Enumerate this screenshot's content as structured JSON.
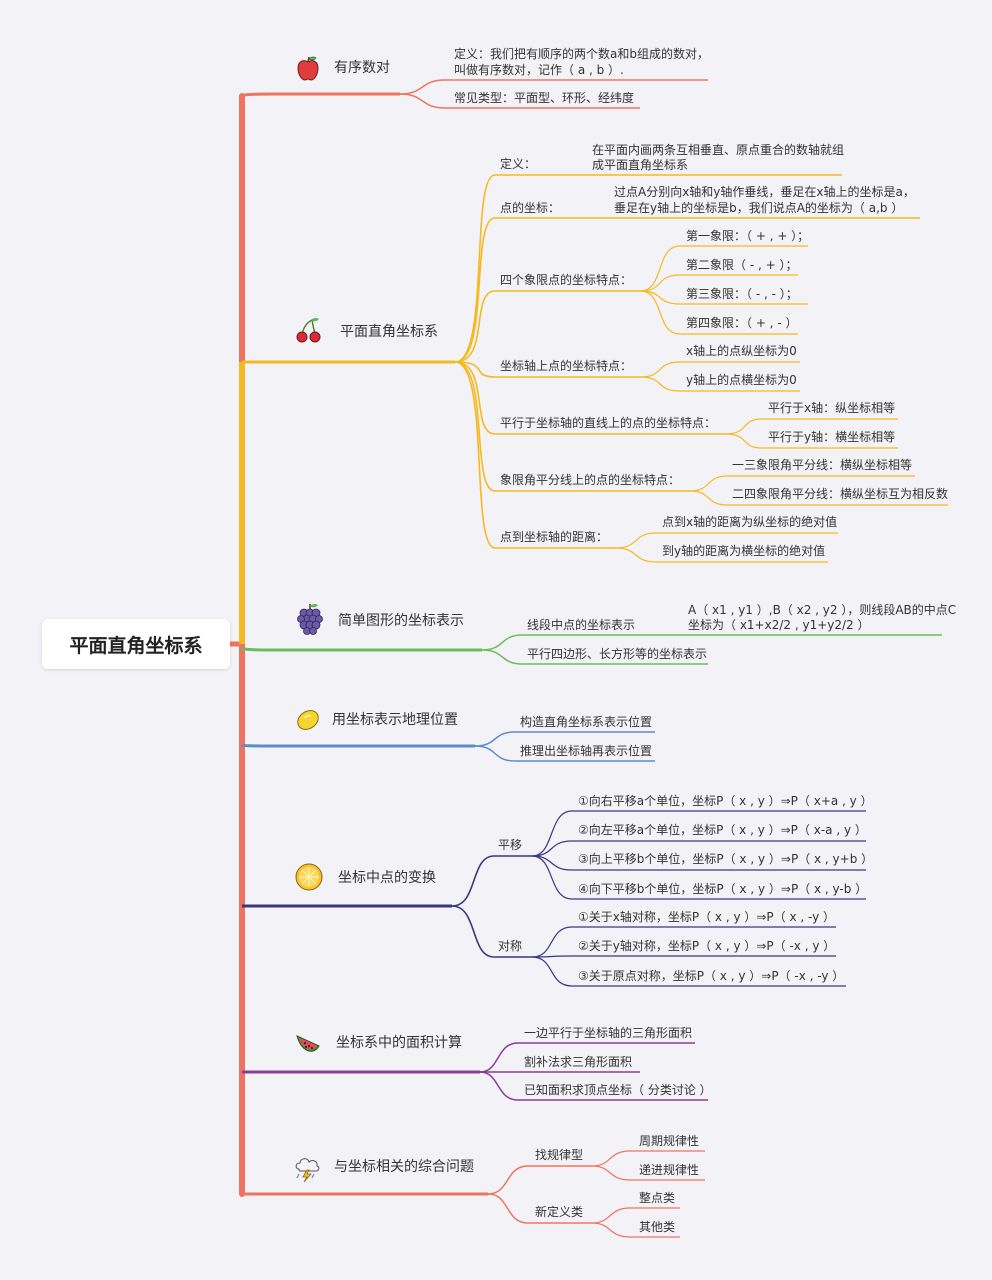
{
  "root": "平面直角坐标系",
  "branches": [
    {
      "label": "有序数对",
      "color": "#ee7461",
      "icon": "apple-icon",
      "children": [
        {
          "lines": [
            "定义：我们把有顺序的两个数a和b组成的数对，",
            "叫做有序数对，记作（ a , b ）."
          ]
        },
        {
          "label": "常见类型：平面型、环形、经纬度"
        }
      ]
    },
    {
      "label": "平面直角坐标系",
      "color": "#f5b921",
      "icon": "cherry-icon",
      "children": [
        {
          "label": "定义：",
          "detail": [
            "在平面内画两条互相垂直、原点重合的数轴就组",
            "成平面直角坐标系"
          ]
        },
        {
          "label": "点的坐标：",
          "detail": [
            "过点A分别向x轴和y轴作垂线，垂足在x轴上的坐标是a，",
            "垂足在y轴上的坐标是b，我们说点A的坐标为（ a,b ）"
          ]
        },
        {
          "label": "四个象限点的坐标特点：",
          "children": [
            "第一象限：（ + , + ）；",
            "第二象限（ - , + ）；",
            "第三象限：（ - , - ）；",
            "第四象限：（ + , - ）"
          ]
        },
        {
          "label": "坐标轴上点的坐标特点：",
          "children": [
            "x轴上的点纵坐标为0",
            "y轴上的点横坐标为0"
          ]
        },
        {
          "label": "平行于坐标轴的直线上的点的坐标特点：",
          "children": [
            "平行于x轴：纵坐标相等",
            "平行于y轴：横坐标相等"
          ]
        },
        {
          "label": "象限角平分线上的点的坐标特点：",
          "children": [
            "一三象限角平分线：横纵坐标相等",
            "二四象限角平分线：横纵坐标互为相反数"
          ]
        },
        {
          "label": "点到坐标轴的距离：",
          "children": [
            "点到x轴的距离为纵坐标的绝对值",
            "到y轴的距离为横坐标的绝对值"
          ]
        }
      ]
    },
    {
      "label": "简单图形的坐标表示",
      "color": "#6dbd5a",
      "icon": "grapes-icon",
      "children": [
        {
          "label": "线段中点的坐标表示",
          "detail": [
            "A（ x1 , y1 ）,B（ x2 , y2 ），则线段AB的中点C",
            "坐标为（ x1+x2/2 , y1+y2/2 ）"
          ]
        },
        {
          "label": "平行四边形、长方形等的坐标表示"
        }
      ]
    },
    {
      "label": "用坐标表示地理位置",
      "color": "#5b8dc8",
      "icon": "lemon-icon",
      "children": [
        {
          "label": "构造直角坐标系表示位置"
        },
        {
          "label": "推理出坐标轴再表示位置"
        }
      ]
    },
    {
      "label": "坐标中点的变换",
      "color": "#3b3680",
      "icon": "orange-slice-icon",
      "children": [
        {
          "label": "平移",
          "children": [
            "①向右平移a个单位，坐标P（ x , y ）⇒P（ x+a , y ）",
            "②向左平移a个单位，坐标P（ x , y ）⇒P（ x-a , y ）",
            "③向上平移b个单位，坐标P（ x , y ）⇒P（ x , y+b ）",
            "④向下平移b个单位，坐标P（ x , y ）⇒P（ x , y-b ）"
          ]
        },
        {
          "label": "对称",
          "children": [
            "①关于x轴对称，坐标P（ x , y ）⇒P（ x , -y ）",
            "②关于y轴对称，坐标P（ x , y ）⇒P（ -x , y ）",
            "③关于原点对称，坐标P（ x , y ）⇒P（ -x , -y ）"
          ]
        }
      ]
    },
    {
      "label": "坐标系中的面积计算",
      "color": "#8a3c94",
      "icon": "watermelon-icon",
      "children": [
        {
          "label": "一边平行于坐标轴的三角形面积"
        },
        {
          "label": "割补法求三角形面积"
        },
        {
          "label": "已知面积求顶点坐标（ 分类讨论 ）"
        }
      ]
    },
    {
      "label": "与坐标相关的综合问题",
      "color": "#ee7461",
      "icon": "storm-cloud-icon",
      "children": [
        {
          "label": "找规律型",
          "children": [
            "周期规律性",
            "递进规律性"
          ]
        },
        {
          "label": "新定义类",
          "children": [
            "整点类",
            "其他类"
          ]
        }
      ]
    }
  ]
}
